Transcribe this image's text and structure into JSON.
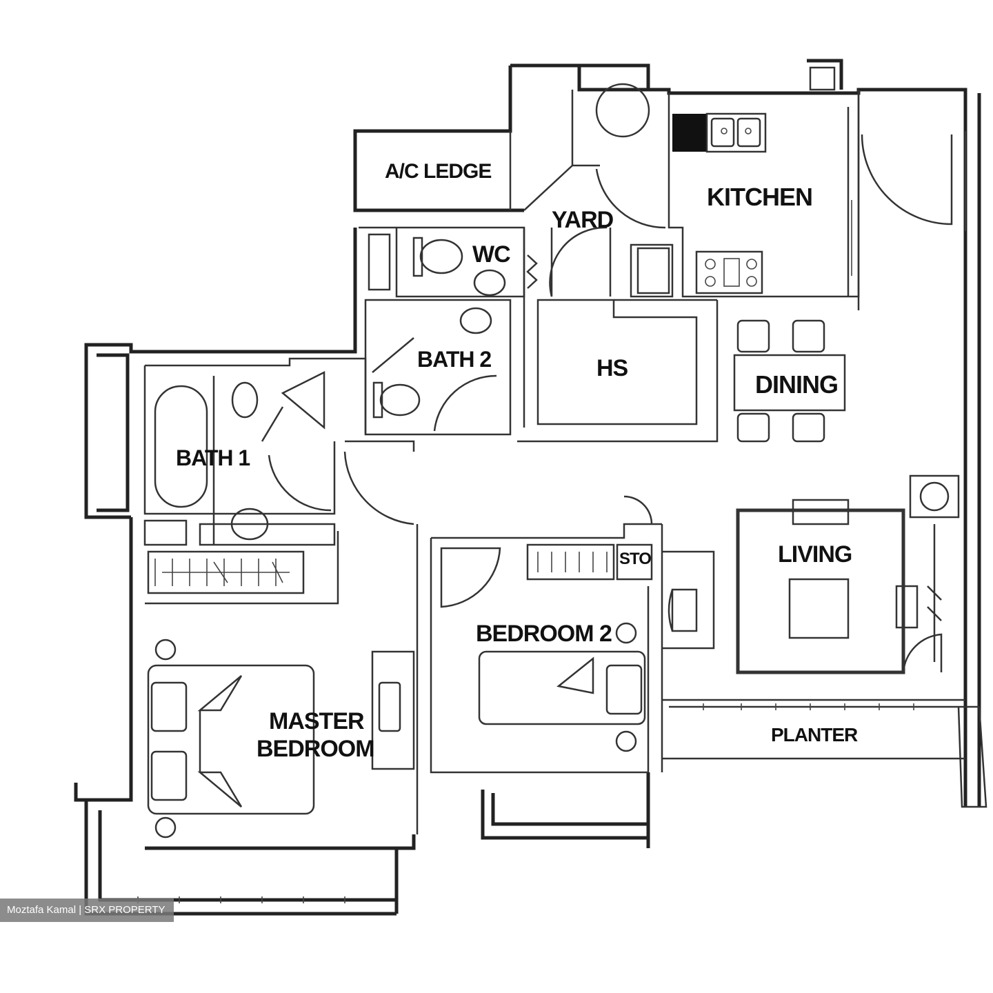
{
  "rooms": {
    "ac_ledge": "A/C LEDGE",
    "kitchen": "KITCHEN",
    "yard": "YARD",
    "wc": "WC",
    "bath2": "BATH 2",
    "hs": "HS",
    "dining": "DINING",
    "bath1": "BATH 1",
    "sto": "STO",
    "living": "LIVING",
    "bedroom2": "BEDROOM 2",
    "master_line1": "MASTER",
    "master_line2": "BEDROOM",
    "planter": "PLANTER"
  },
  "credit": "Moztafa Kamal | SRX PROPERTY"
}
